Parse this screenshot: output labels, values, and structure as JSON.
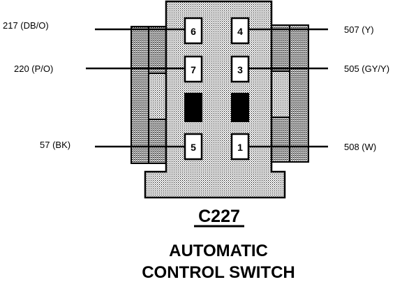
{
  "connector": {
    "id": "C227",
    "name_line1": "AUTOMATIC",
    "name_line2": "CONTROL SWITCH"
  },
  "pins": [
    {
      "number": "6",
      "wire": "217 (DB/O)",
      "side": "left",
      "row": 1
    },
    {
      "number": "4",
      "wire": "507 (Y)",
      "side": "right",
      "row": 1
    },
    {
      "number": "7",
      "wire": "220 (P/O)",
      "side": "left",
      "row": 2
    },
    {
      "number": "3",
      "wire": "505 (GY/Y)",
      "side": "right",
      "row": 2
    },
    {
      "number": "5",
      "wire": "57 (BK)",
      "side": "left",
      "row": 4
    },
    {
      "number": "1",
      "wire": "508 (W)",
      "side": "right",
      "row": 4
    }
  ],
  "blocked_cavities": 2,
  "colors": {
    "ink": "#000000",
    "paper": "#ffffff"
  }
}
